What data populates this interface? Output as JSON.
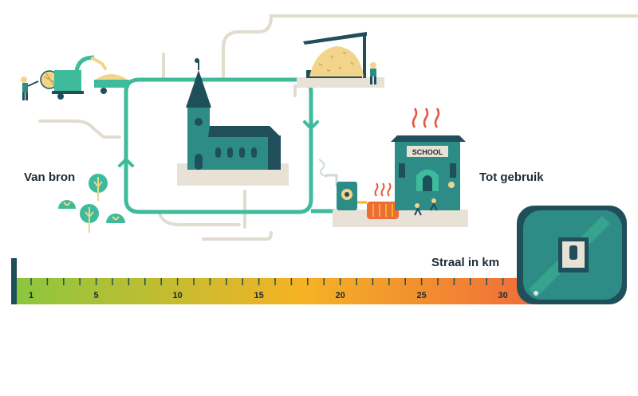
{
  "labels": {
    "from_source": "Van bron",
    "to_use": "Tot gebruik",
    "radius": "Straal in km",
    "school_sign": "SCHOOL"
  },
  "ruler": {
    "tick_labels": [
      "1",
      "5",
      "10",
      "15",
      "20",
      "25",
      "30"
    ],
    "gradient_colors": [
      "#8cc63f",
      "#f5b324",
      "#ef6c3a"
    ]
  },
  "colors": {
    "teal_pipe": "#3dbb9b",
    "dark_teal": "#1f4f5a",
    "building_teal": "#2d8c86",
    "wood_chips": "#f2d58a",
    "ground": "#e8e2d6",
    "road": "#e2dccf",
    "heat_red": "#e8543c"
  },
  "icons": [
    "wood-chipper-icon",
    "church-icon",
    "woodchip-storage-icon",
    "boiler-icon",
    "radiator-icon",
    "school-icon",
    "tape-measure-icon",
    "tree-icon"
  ]
}
